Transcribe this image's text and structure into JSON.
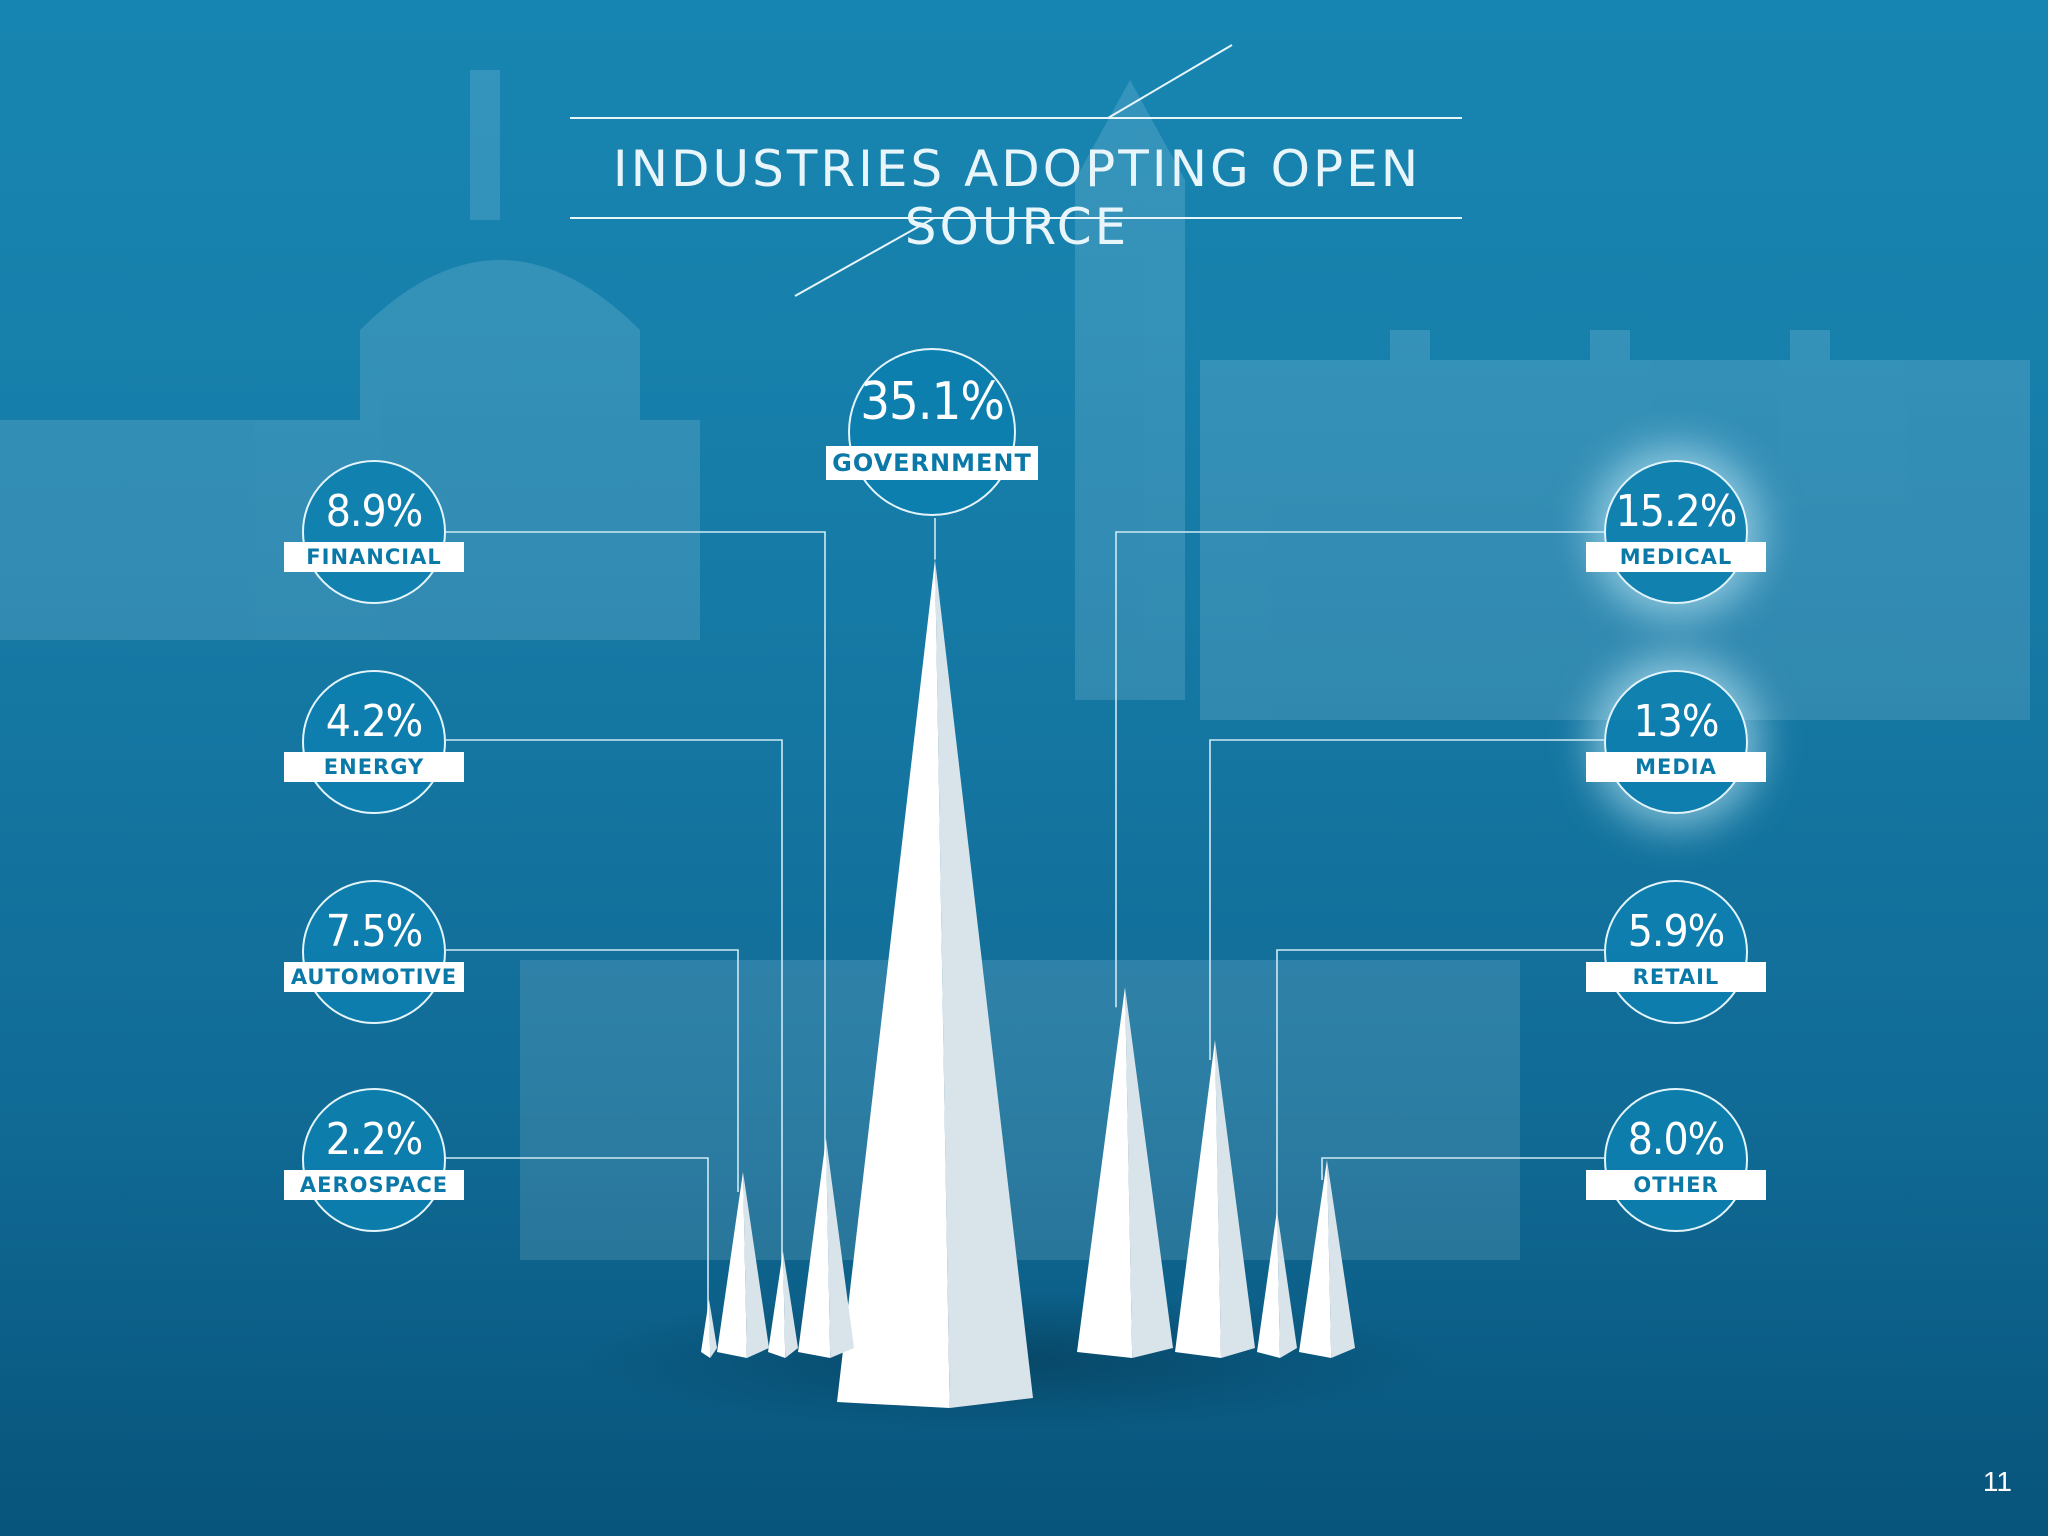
{
  "chart_data": {
    "type": "bar",
    "title": "INDUSTRIES ADOPTING OPEN SOURCE",
    "unit": "%",
    "categories": [
      "GOVERNMENT",
      "FINANCIAL",
      "ENERGY",
      "AUTOMOTIVE",
      "AEROSPACE",
      "MEDICAL",
      "MEDIA",
      "RETAIL",
      "OTHER"
    ],
    "value_labels": [
      "35.1%",
      "8.9%",
      "4.2%",
      "7.5%",
      "2.2%",
      "15.2%",
      "13%",
      "5.9%",
      "8.0%"
    ],
    "values": [
      35.1,
      8.9,
      4.2,
      7.5,
      2.2,
      15.2,
      13,
      5.9,
      8.0
    ],
    "highlighted": [
      "MEDICAL",
      "MEDIA"
    ]
  },
  "page_number": "11",
  "colors": {
    "background": "#0b7fad",
    "spike": "#ffffff",
    "label_text": "#0b79a8",
    "glow": "#d2f5ff"
  }
}
